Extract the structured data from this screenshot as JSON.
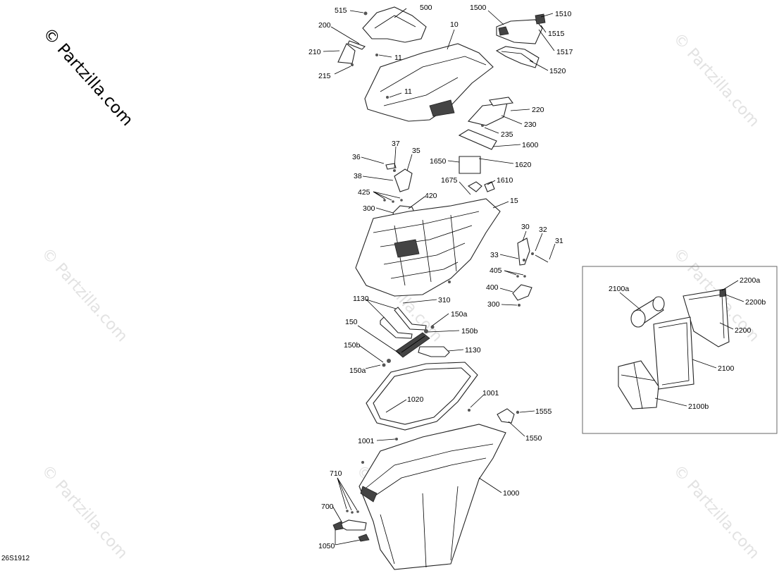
{
  "watermark": {
    "main": "© Partzilla.com",
    "faded": "© Partzilla.com"
  },
  "diagram_code": "26S1912",
  "labels": {
    "l515": "515",
    "l500": "500",
    "l200": "200",
    "l210": "210",
    "l215": "215",
    "l11a": "11",
    "l11b": "11",
    "l10": "10",
    "l1500": "1500",
    "l1510": "1510",
    "l1515": "1515",
    "l1517": "1517",
    "l1520": "1520",
    "l220": "220",
    "l230": "230",
    "l235": "235",
    "l1600": "1600",
    "l1620": "1620",
    "l1650": "1650",
    "l37": "37",
    "l36": "36",
    "l35": "35",
    "l38": "38",
    "l1675": "1675",
    "l1610": "1610",
    "l425": "425",
    "l420": "420",
    "l300a": "300",
    "l15": "15",
    "l30": "30",
    "l32": "32",
    "l31": "31",
    "l33": "33",
    "l405": "405",
    "l400": "400",
    "l300b": "300",
    "l310": "310",
    "l1130a": "1130",
    "l150a1": "150a",
    "l150": "150",
    "l150b1": "150b",
    "l150b2": "150b",
    "l1130b": "1130",
    "l150a2": "150a",
    "l1001a": "1001",
    "l1555": "1555",
    "l1020": "1020",
    "l1550": "1550",
    "l1001b": "1001",
    "l1000": "1000",
    "l710": "710",
    "l700": "700",
    "l1050": "1050",
    "l2100a": "2100a",
    "l2200a": "2200a",
    "l2200b": "2200b",
    "l2200": "2200",
    "l2100": "2100",
    "l2100b": "2100b"
  }
}
